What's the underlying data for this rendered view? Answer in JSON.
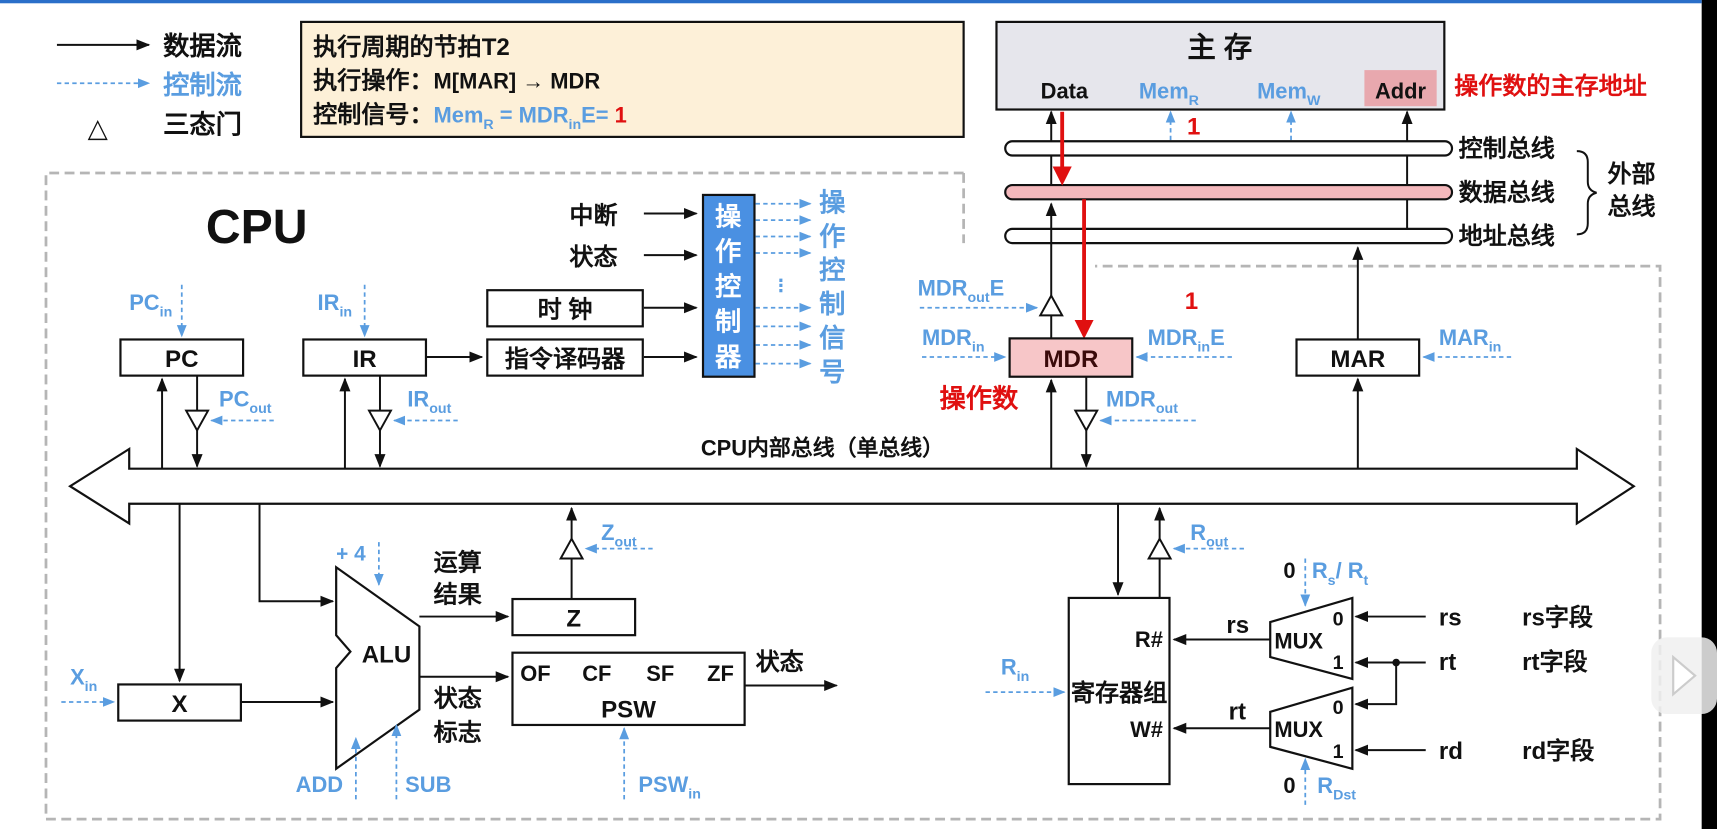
{
  "legend": {
    "data_flow": "数据流",
    "control_flow": "控制流",
    "tristate_symbol": "△",
    "tristate": "三态门"
  },
  "info_box": {
    "line1": "执行周期的节拍T2",
    "line2_label": "执行操作：",
    "line2_value": "M[MAR] → MDR",
    "line3_label": "控制信号：",
    "line3_signal": "Mem",
    "line3_signal_sub": "R",
    "line3_mid": " = MDR",
    "line3_mid_sub": "in",
    "line3_end": "E= ",
    "line3_value": "1"
  },
  "memory": {
    "title": "主  存",
    "data": "Data",
    "memr": "Mem",
    "memr_sub": "R",
    "memw": "Mem",
    "memw_sub": "W",
    "addr": "Addr",
    "addr_note": "操作数的主存地址",
    "memr_value": "1"
  },
  "external_bus": {
    "control_bus": "控制总线",
    "data_bus": "数据总线",
    "address_bus": "地址总线",
    "group_line1": "外部",
    "group_line2": "总线"
  },
  "cpu": {
    "title": "CPU",
    "internal_bus": "CPU内部总线（单总线）",
    "interrupt": "中断",
    "status_in": "状态",
    "clock": "时  钟",
    "decoder": "指令译码器",
    "controller": [
      "操",
      "作",
      "控",
      "制",
      "器"
    ],
    "control_signals": [
      "操",
      "作",
      "控",
      "制",
      "信",
      "号"
    ],
    "pc": "PC",
    "ir": "IR",
    "pc_in": "PC",
    "pc_in_sub": "in",
    "pc_out": "PC",
    "pc_out_sub": "out",
    "ir_in": "IR",
    "ir_in_sub": "in",
    "ir_out": "IR",
    "ir_out_sub": "out",
    "mdr": "MDR",
    "mdr_note": "操作数",
    "mdr_out_e": "MDR",
    "mdr_out_e_sub": "out",
    "mdr_out_e_suffix": "E",
    "mdr_in": "MDR",
    "mdr_in_sub": "in",
    "mdr_in_e": "MDR",
    "mdr_in_e_sub": "in",
    "mdr_in_e_suffix": "E",
    "mdr_in_e_value": "1",
    "mdr_out": "MDR",
    "mdr_out_sub": "out",
    "mar": "MAR",
    "mar_in": "MAR",
    "mar_in_sub": "in",
    "x": "X",
    "x_in": "X",
    "x_in_sub": "in",
    "alu": "ALU",
    "plus4": "+ 4",
    "add": "ADD",
    "sub": "SUB",
    "result_l1": "运算",
    "result_l2": "结果",
    "flags_l1": "状态",
    "flags_l2": "标志",
    "z": "Z",
    "z_out": "Z",
    "z_out_sub": "out",
    "psw_flags": [
      "OF",
      "CF",
      "SF",
      "ZF"
    ],
    "psw": "PSW",
    "psw_in": "PSW",
    "psw_in_sub": "in",
    "status_out": "状态",
    "regfile": "寄存器组",
    "r_hash": "R#",
    "w_hash": "W#",
    "r_in": "R",
    "r_in_sub": "in",
    "r_out": "R",
    "r_out_sub": "out",
    "mux": "MUX",
    "mux_in0": "0",
    "mux_in1": "1",
    "rs": "rs",
    "rt": "rt",
    "rd": "rd",
    "rs_field": "rs字段",
    "rt_field": "rt字段",
    "rd_field": "rd字段",
    "mux1_sel_value": "0",
    "mux1_sel": "R",
    "mux1_sel_sub1": "s",
    "mux1_sel_mid": "/ R",
    "mux1_sel_sub2": "t",
    "mux2_sel_value": "0",
    "mux2_sel": "R",
    "mux2_sel_sub": "Dst"
  },
  "colors": {
    "control": "#5a9de0",
    "highlight": "#e01010",
    "mdr_fill": "#f7c6c8",
    "info_fill": "#fdf0d8",
    "memory_fill": "#e6e6ec",
    "controller_fill": "#4a90e2"
  }
}
